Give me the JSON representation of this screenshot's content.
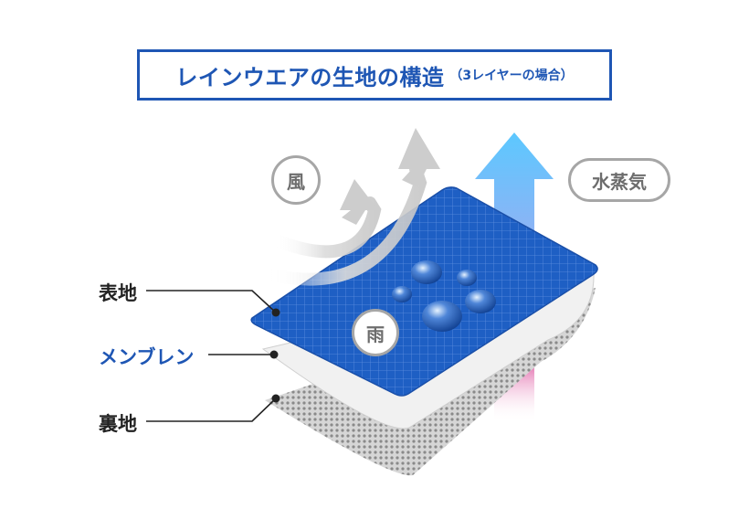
{
  "title": {
    "main": "レインウエアの生地の構造",
    "sub": "（3レイヤーの場合）"
  },
  "labels": {
    "wind": "風",
    "vapor": "水蒸気",
    "rain": "雨"
  },
  "layers": [
    {
      "label": "表地",
      "color": "#222222"
    },
    {
      "label": "メンブレン",
      "color": "#1e56b4"
    },
    {
      "label": "裏地",
      "color": "#222222"
    }
  ],
  "colors": {
    "accent": "#1e56b4",
    "outer_fabric": "#1e5fc4",
    "membrane": "#f2f2f2",
    "lining": "#b8b8b8",
    "vapor_arrow_top": "#5cc8ff",
    "vapor_arrow_bottom": "#e98fc0",
    "wind_arrow": "#c4c4c4"
  },
  "icons": [
    "wind-arrow-icon",
    "vapor-arrow-icon",
    "water-droplet-icon"
  ]
}
